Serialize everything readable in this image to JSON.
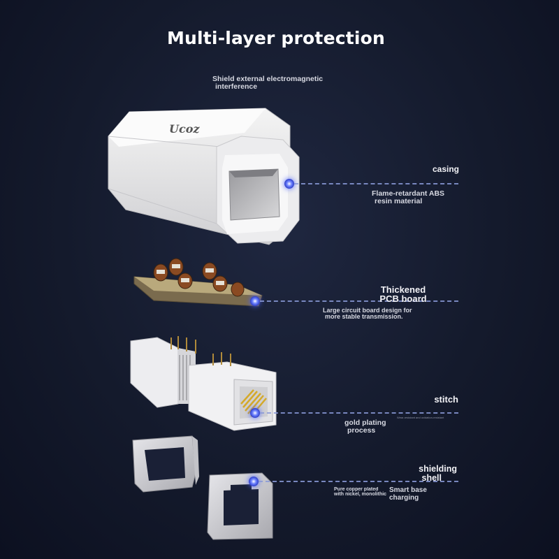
{
  "title": "Multi-layer protection",
  "intro_note": [
    "Shield external electromagnetic",
    "interference"
  ],
  "layers": [
    {
      "heading": [
        "casing"
      ],
      "desc": [
        "Flame-retardant ABS",
        "resin material"
      ]
    },
    {
      "heading": [
        "Thickened",
        "PCB board"
      ],
      "desc": [
        "Large circuit board design for",
        "more stable transmission."
      ]
    },
    {
      "heading": [
        "stitch"
      ],
      "fine_print": "Wear-resistant and oxidation-resistant",
      "desc": [
        "gold plating",
        "process"
      ]
    },
    {
      "heading": [
        "shielding",
        "shell"
      ],
      "desc_left": [
        "Pure copper plated",
        "with nickel, monolithic"
      ],
      "desc_right": [
        "Smart base",
        "charging"
      ]
    }
  ],
  "logo_text": "Ucoz",
  "colors": {
    "accent": "#5a6cff",
    "background": "#141a2c"
  }
}
